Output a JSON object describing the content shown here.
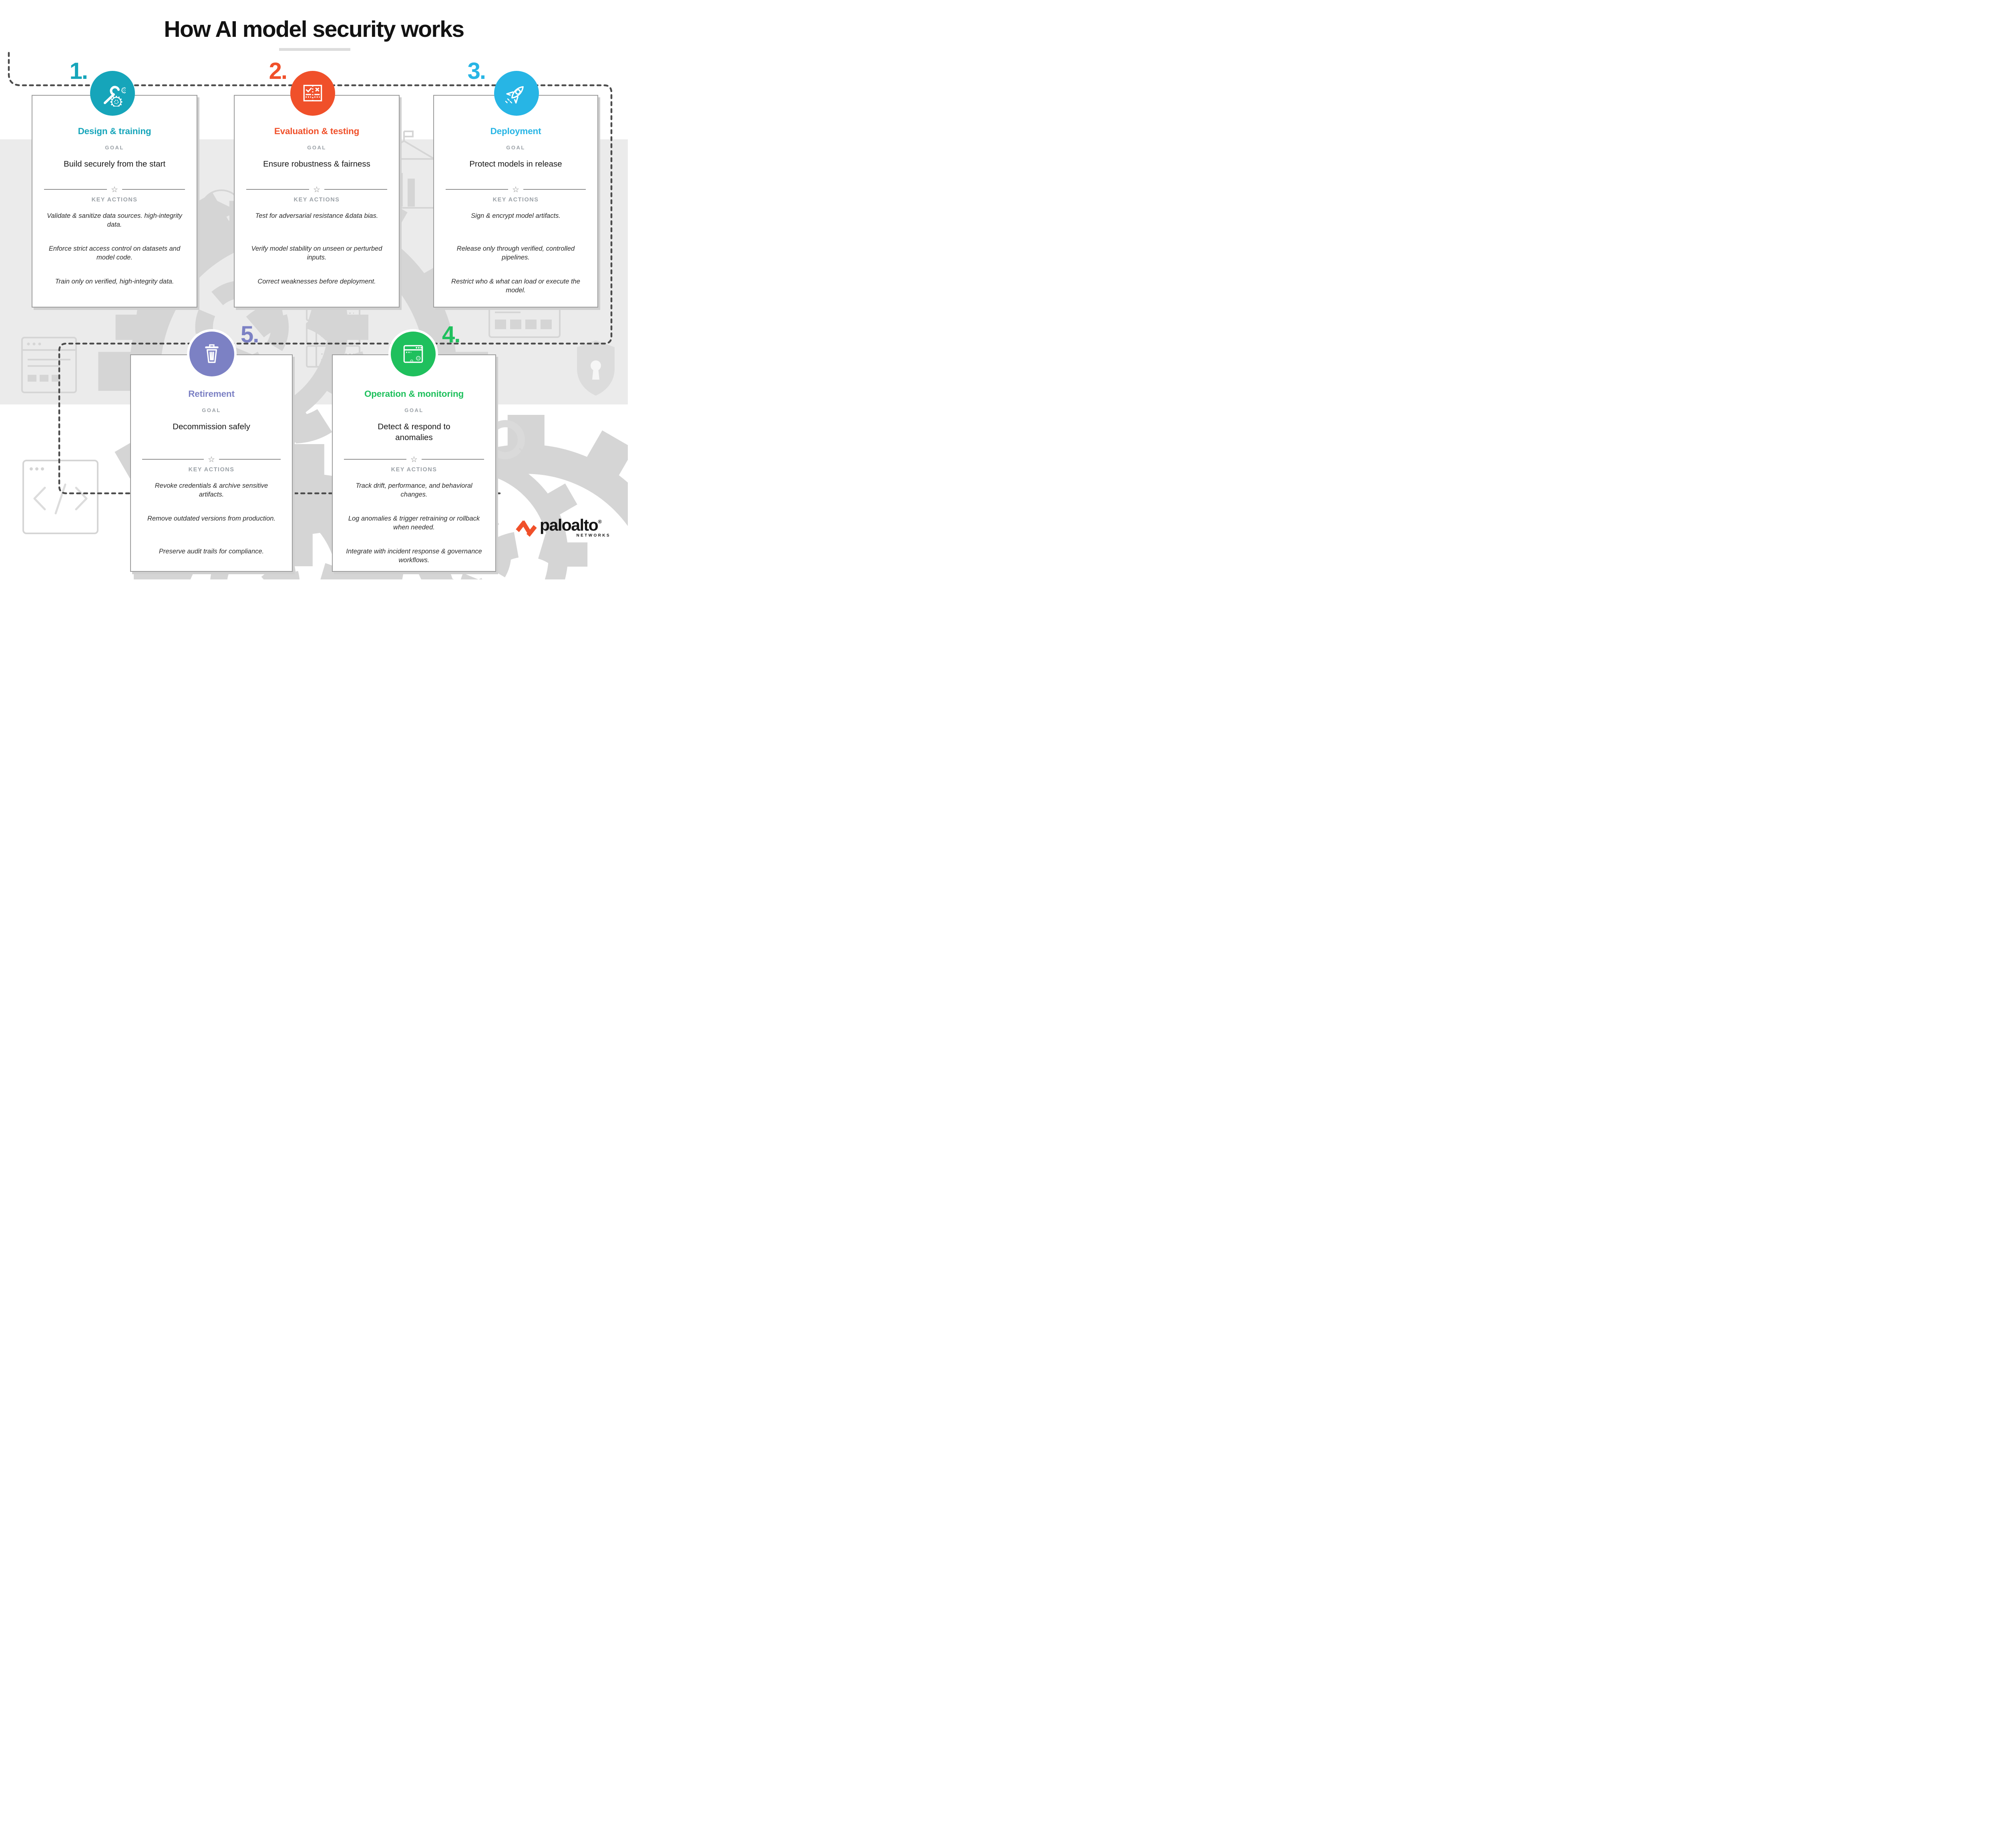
{
  "title": "How AI model security works",
  "colors": {
    "band": "#ebebeb",
    "dotted_line": "#4b4b4b",
    "brand_orange": "#F0502A"
  },
  "labels": {
    "goal": "GOAL",
    "key_actions": "KEY ACTIONS",
    "star": "☆"
  },
  "cards": [
    {
      "number": "1.",
      "title": "Design & training",
      "color": "#16A5BA",
      "icon": "gears-wrench-icon",
      "goal": "Build securely from the start",
      "actions": [
        "Validate & sanitize data sources. high-integrity data.",
        "Enforce strict access control on datasets and model code.",
        "Train only on verified, high-integrity data."
      ]
    },
    {
      "number": "2.",
      "title": "Evaluation & testing",
      "color": "#F0502A",
      "icon": "checklist-icon",
      "goal": "Ensure robustness & fairness",
      "actions": [
        "Test for adversarial resistance &data bias.",
        "Verify model stability on unseen or perturbed inputs.",
        "Correct weaknesses before deployment."
      ]
    },
    {
      "number": "3.",
      "title": "Deployment",
      "color": "#27B5E5",
      "icon": "rocket-icon",
      "goal": "Protect models in release",
      "actions": [
        "Sign & encrypt model artifacts.",
        "Release only through verified, controlled pipelines.",
        "Restrict who & what can load or execute the model."
      ]
    },
    {
      "number": "4.",
      "title": "Operation & monitoring",
      "color": "#1FC05D",
      "icon": "browser-gears-icon",
      "goal": "Detect & respond to anomalies",
      "actions": [
        "Track drift, performance, and behavioral changes.",
        "Log anomalies & trigger retraining or rollback when needed.",
        "Integrate with incident response & governance workflows."
      ]
    },
    {
      "number": "5.",
      "title": "Retirement",
      "color": "#7C81C4",
      "icon": "trash-icon",
      "goal": "Decommission safely",
      "actions": [
        "Revoke credentials & archive sensitive artifacts.",
        "Remove outdated versions from production.",
        "Preserve audit trails for compliance."
      ]
    }
  ],
  "brand": {
    "wordmark": "paloalto",
    "registered": "®",
    "sub": "NETWORKS"
  }
}
